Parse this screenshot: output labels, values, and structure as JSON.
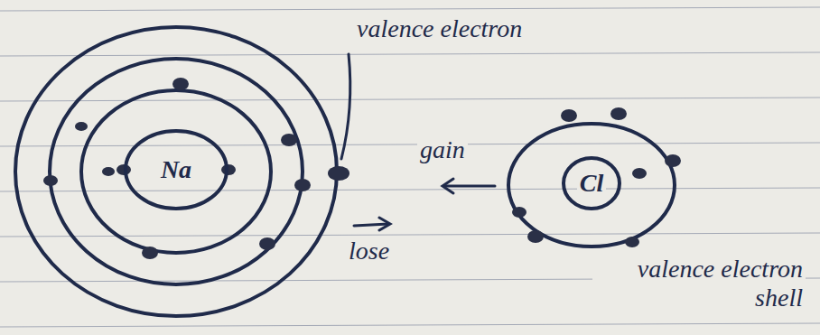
{
  "diagram": {
    "nodes": [
      {
        "text": [
          "Na"
        ]
      },
      {
        "text": [
          "Cl"
        ]
      }
    ],
    "labels": [
      "valence electron",
      "gain",
      "lose",
      "valence electron shell"
    ]
  }
}
